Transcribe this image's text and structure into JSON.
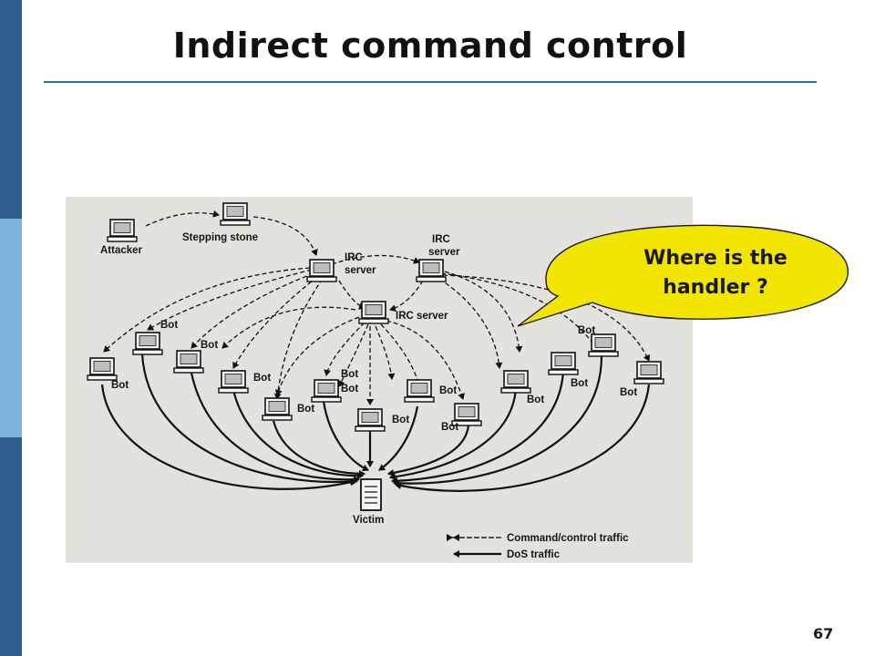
{
  "slide": {
    "title": "Indirect command control",
    "page_number": "67"
  },
  "callout": {
    "line1": "Where is the",
    "line2": "handler ?"
  },
  "diagram": {
    "attacker": "Attacker",
    "stepping_stone": "Stepping stone",
    "irc1_line1": "IRC",
    "irc1_line2": "server",
    "irc2_line1": "IRC",
    "irc2_line2": "server",
    "irc3": "IRC server",
    "bot": "Bot",
    "victim": "Victim",
    "legend_command": "Command/control traffic",
    "legend_dos": "DoS traffic"
  },
  "colors": {
    "sidebar_dark": "#2f5f8f",
    "sidebar_light": "#7fb2df",
    "title_rule": "#3a6e9e",
    "callout_fill": "#f2e600"
  }
}
